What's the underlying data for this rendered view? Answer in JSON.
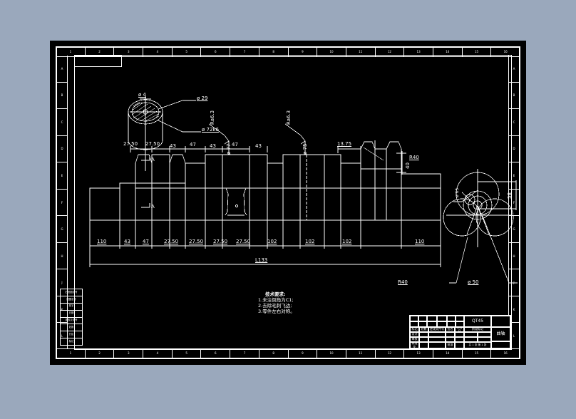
{
  "app": {
    "background_color": "#9aa8bc",
    "sheet_background": "#000000",
    "line_color": "#ffffff"
  },
  "rulers": {
    "horizontal": [
      "1",
      "2",
      "3",
      "4",
      "5",
      "6",
      "7",
      "8",
      "9",
      "10",
      "11",
      "12",
      "13",
      "14",
      "15",
      "16"
    ],
    "vertical": [
      "A",
      "B",
      "C",
      "D",
      "E",
      "F",
      "G",
      "H",
      "J",
      "K",
      "L"
    ]
  },
  "stamp_rows": [
    "旧底图总号",
    "底图总号",
    "签字",
    "日期",
    "更改文件号",
    "处数",
    "分区",
    "标记"
  ],
  "section_detail": {
    "dia_4": "ø 4",
    "dia_29": "ø 29",
    "dia_72k6": "ø 72k6",
    "section_mark": "A"
  },
  "top_dimensions": [
    "27.50",
    "27.50",
    "43",
    "47",
    "43",
    "47",
    "43"
  ],
  "bottom_dimensions": [
    "110",
    "43",
    "47",
    "27.50",
    "27.50",
    "27.50",
    "27.50",
    "102",
    "102",
    "102",
    "110"
  ],
  "overall_length": "L133",
  "surface_finish": {
    "left": "Ra6.3",
    "right": "Ra6.3",
    "dia_left": "ø 77",
    "dia_right": "ø 75"
  },
  "right_shoulder": {
    "width": "13.75",
    "height": "40"
  },
  "end_view": {
    "r40_top": "R40",
    "r40_bottom": "R40",
    "dia_50": "ø 50",
    "dia_65": "ø 65",
    "dim_58": "58"
  },
  "tech_notes": {
    "heading": "技术要求:",
    "lines": [
      "1.未注倒角为C1;",
      "2.去除毛刺飞边;",
      "3.零件左右对称。"
    ]
  },
  "title_block": {
    "material": "QT45",
    "part_name": "曲轴",
    "scale_label": "比例",
    "scale_value": "1:2",
    "weight_label": "重量",
    "sheet_label": "共 1 张 第 1 张",
    "design_label": "设计",
    "check_label": "审核",
    "approve_label": "批准",
    "standard_label": "标准化",
    "stage_label": "阶段标记",
    "mark_label": "标记",
    "count_label": "处数",
    "doc_label": "更改文件号",
    "sign_label": "签名",
    "date_label": "年月日",
    "drawing_no": "",
    "process_label": "工艺"
  }
}
